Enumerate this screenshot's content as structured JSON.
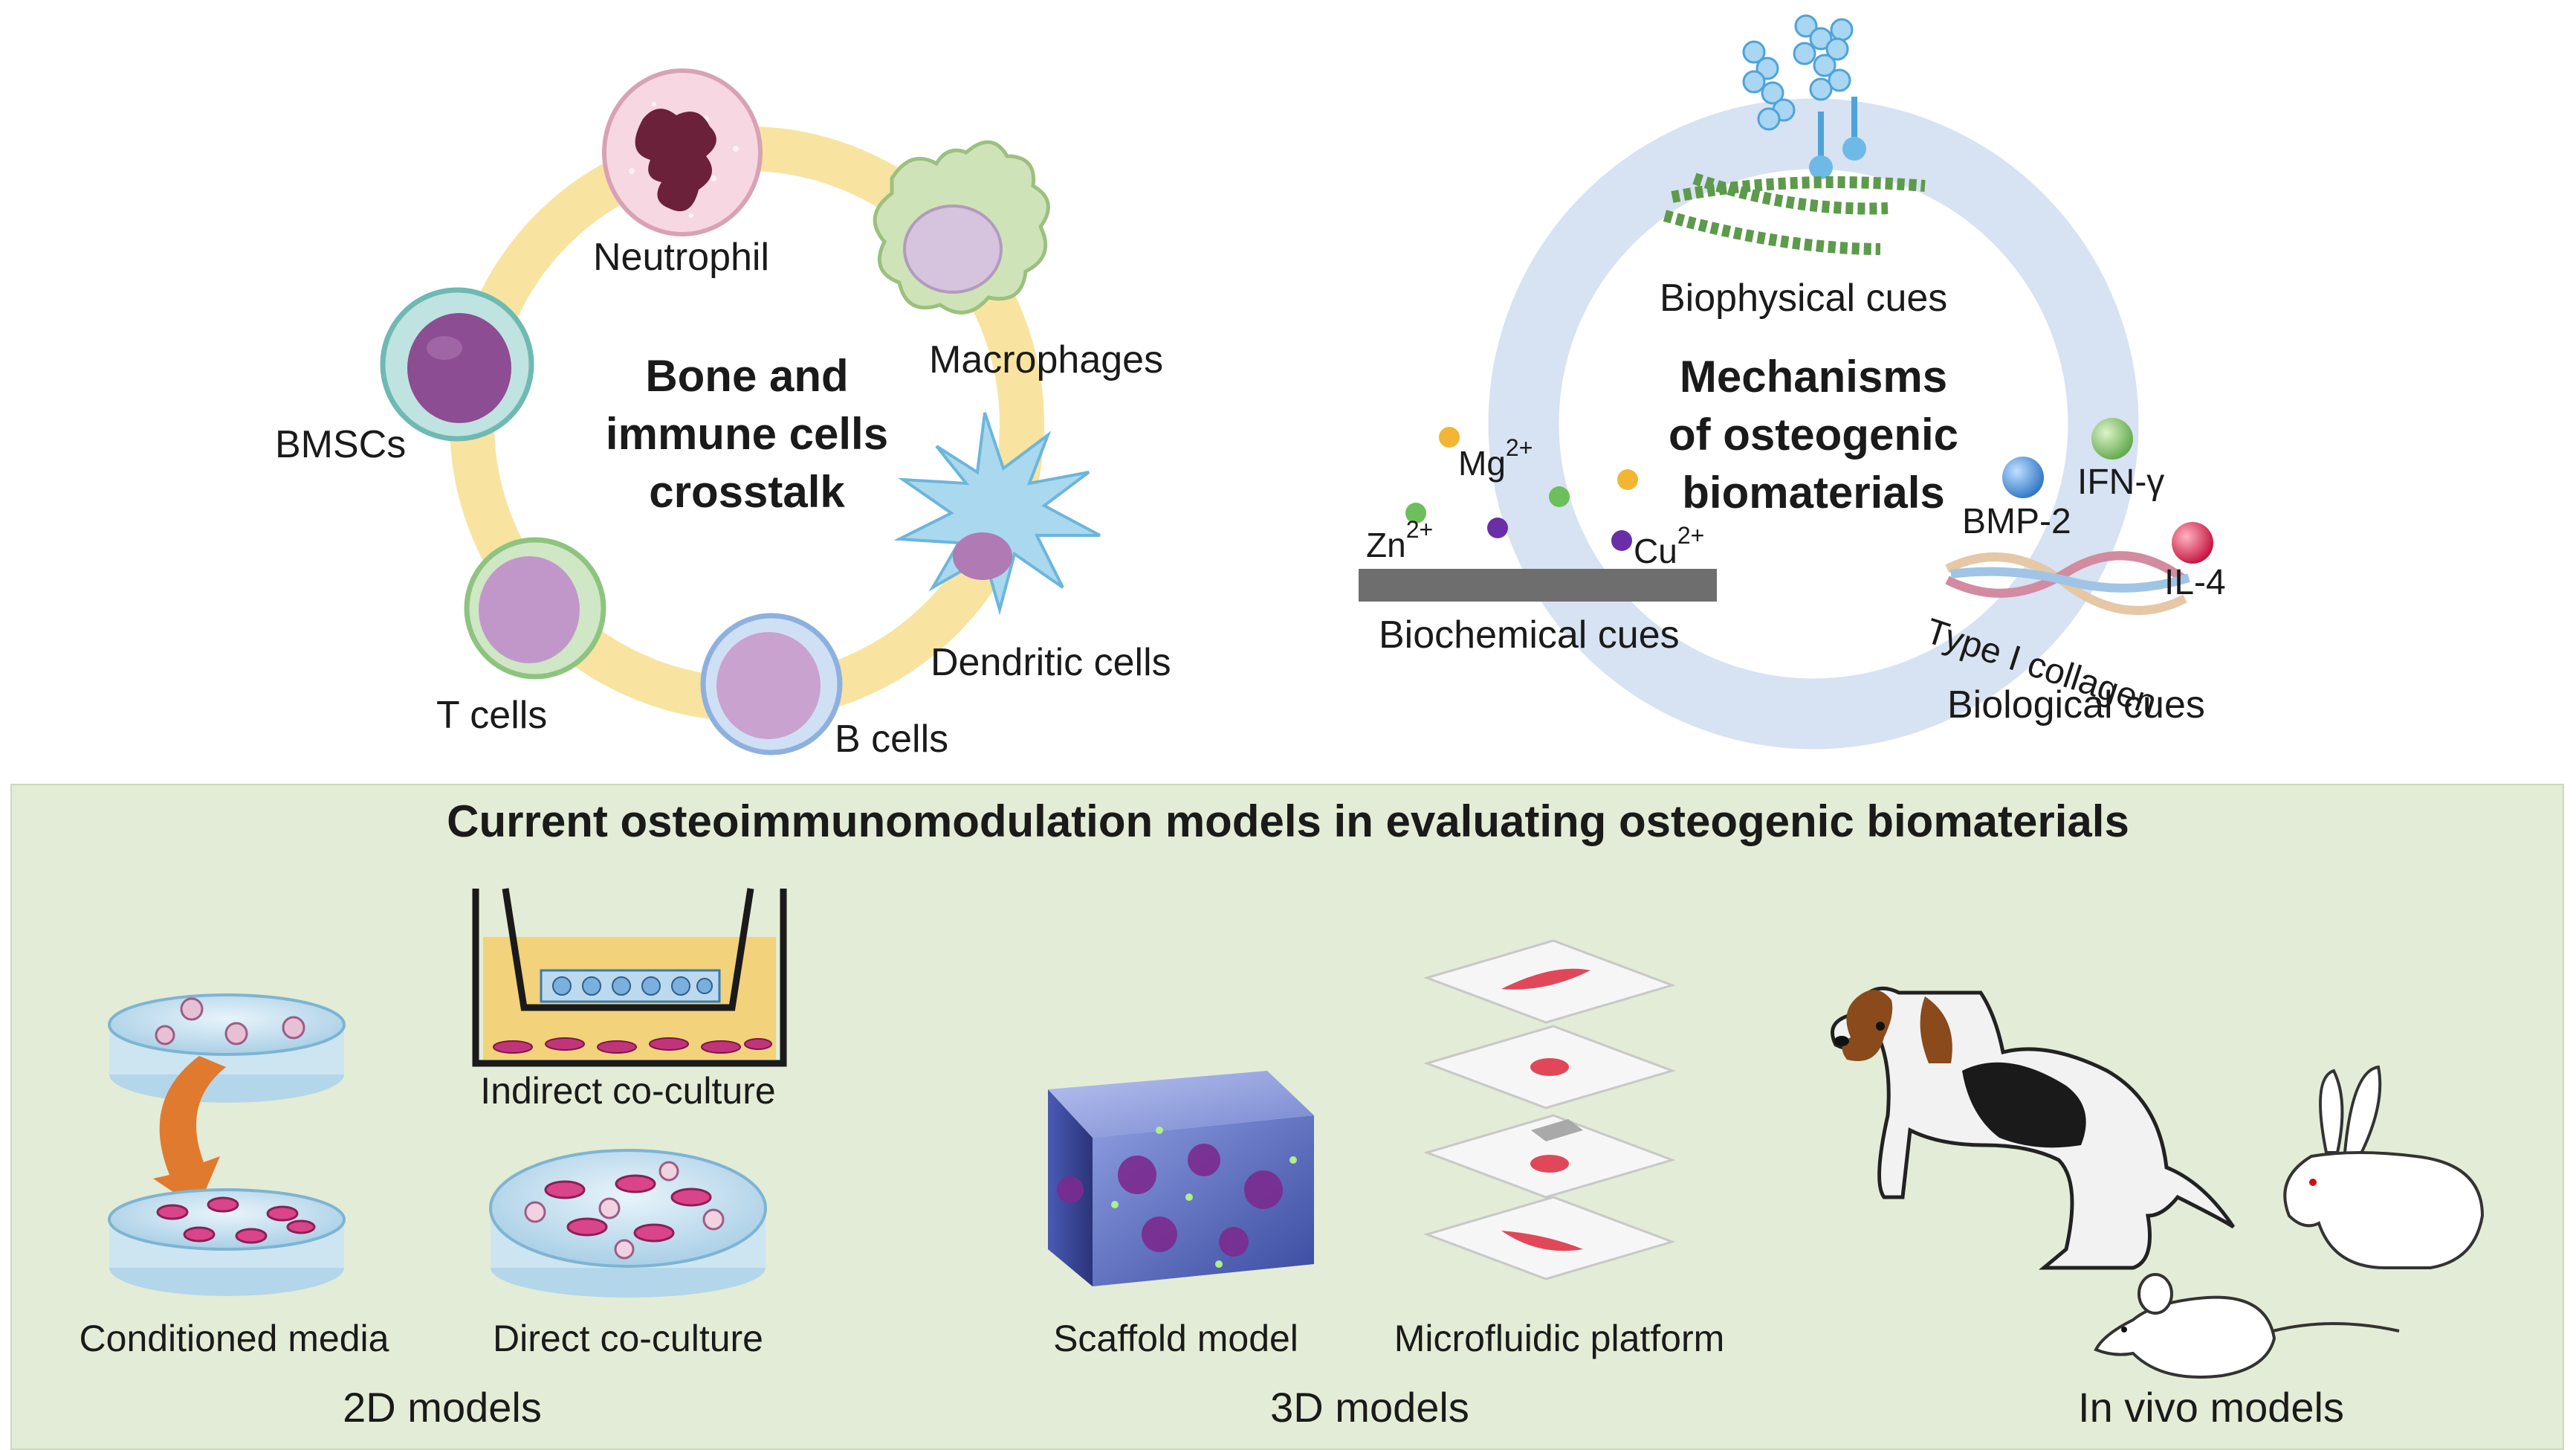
{
  "bone_immune": {
    "title_lines": [
      "Bone and",
      "immune cells",
      "crosstalk"
    ],
    "cells": {
      "neutrophil": "Neutrophil",
      "macrophages": "Macrophages",
      "bmscs": "BMSCs",
      "dendritic": "Dendritic cells",
      "t_cells": "T cells",
      "b_cells": "B cells"
    }
  },
  "mechanisms": {
    "title_lines": [
      "Mechanisms",
      "of osteogenic",
      "biomaterials"
    ],
    "biophysical": "Biophysical cues",
    "biochemical": "Biochemical cues",
    "biological": "Biological cues",
    "ions": {
      "mg": {
        "base": "Mg",
        "charge": "2+"
      },
      "zn": {
        "base": "Zn",
        "charge": "2+"
      },
      "cu": {
        "base": "Cu",
        "charge": "2+"
      }
    },
    "factors": {
      "bmp2": "BMP-2",
      "ifn": "IFN-γ",
      "il4": "IL-4",
      "collagen": "Type I collagen"
    }
  },
  "models": {
    "title": "Current osteoimmunomodulation models in evaluating osteogenic biomaterials",
    "two_d": {
      "heading": "2D models",
      "conditioned": "Conditioned media",
      "indirect": "Indirect co-culture",
      "direct": "Direct co-culture"
    },
    "three_d": {
      "heading": "3D models",
      "scaffold": "Scaffold model",
      "microfluidic": "Microfluidic platform"
    },
    "in_vivo": {
      "heading": "In vivo models"
    }
  },
  "colors": {
    "ring_yellow": "#f8e4a0",
    "ring_blue": "#d7e2f2",
    "panel_green": "#e3ecd6",
    "arrow_orange": "#e07a2e"
  }
}
